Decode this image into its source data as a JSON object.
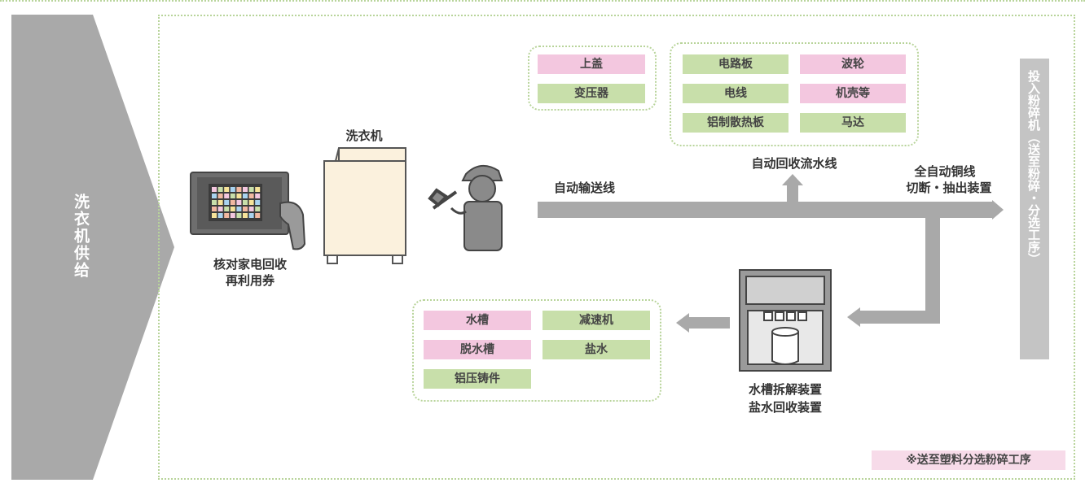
{
  "sidebar": {
    "label": "洗衣机供给"
  },
  "coupon": {
    "label_line1": "核对家电回收",
    "label_line2": "再利用券"
  },
  "washer": {
    "label": "洗衣机"
  },
  "conveyor": {
    "label": "自动输送线"
  },
  "group_a": {
    "items": [
      "上盖",
      "变压器"
    ]
  },
  "group_b": {
    "items": [
      "电路板",
      "波轮",
      "电线",
      "机壳等",
      "铝制散热板",
      "马达"
    ],
    "caption": "自动回收流水线"
  },
  "copper": {
    "label_line1": "全自动铜线",
    "label_line2": "切断・抽出装置"
  },
  "crusher": {
    "label": "投入粉碎机（送至粉碎・分选工序）"
  },
  "group_c": {
    "items": [
      "水槽",
      "减速机",
      "脱水槽",
      "盐水",
      "铝压铸件"
    ]
  },
  "tank_device": {
    "label_line1": "水槽拆解装置",
    "label_line2": "盐水回收装置"
  },
  "note": {
    "text": "※送至塑料分选粉碎工序"
  },
  "colors": {
    "pink": "#f3c7df",
    "green": "#c8dfaa",
    "gray": "#a9a9a9",
    "dotted": "#b8d49a"
  },
  "icons": [
    "monitor-hand-icon",
    "washing-machine-icon",
    "worker-icon",
    "tank-device-icon"
  ]
}
